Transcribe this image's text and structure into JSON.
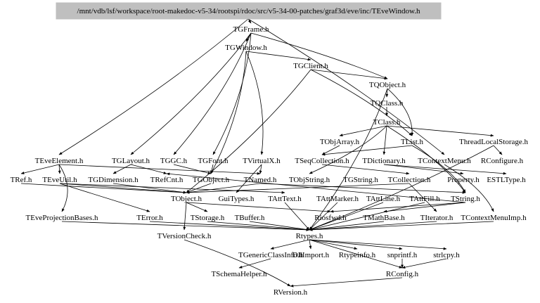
{
  "root": "/mnt/vdb/lsf/workspace/root-makedoc-v5-34/rootspi/rdoc/src/v5-34-00-patches/graf3d/eve/inc/TEveWindow.h",
  "colors": {
    "root_fill": "#bfbfbf",
    "edge": "#000000"
  },
  "nodes": [
    "TGFrame.h",
    "TGWindow.h",
    "TGClient.h",
    "TQObject.h",
    "TQClass.h",
    "TClass.h",
    "TObjArray.h",
    "TList.h",
    "ThreadLocalStorage.h",
    "TEveElement.h",
    "TGLayout.h",
    "TGGC.h",
    "TGFont.h",
    "TVirtualX.h",
    "TSeqCollection.h",
    "TDictionary.h",
    "TContextMenu.h",
    "RConfigure.h",
    "TRef.h",
    "TEveUtil.h",
    "TGDimension.h",
    "TRefCnt.h",
    "TGObject.h",
    "TNamed.h",
    "TObjString.h",
    "TGString.h",
    "TCollection.h",
    "Property.h",
    "ESTLType.h",
    "TObject.h",
    "GuiTypes.h",
    "TAttText.h",
    "TAttMarker.h",
    "TAttLine.h",
    "TAttFill.h",
    "TString.h",
    "TEveProjectionBases.h",
    "TError.h",
    "TStorage.h",
    "TBuffer.h",
    "Riosfwd.h",
    "TMathBase.h",
    "TIterator.h",
    "TContextMenuImp.h",
    "TVersionCheck.h",
    "Rtypes.h",
    "TGenericClassInfo.h",
    "DllImport.h",
    "Rtypeinfo.h",
    "snprintf.h",
    "strlcpy.h",
    "TSchemaHelper.h",
    "RConfig.h",
    "RVersion.h"
  ],
  "edges": [
    [
      "ROOT",
      "TGFrame.h"
    ],
    [
      "ROOT",
      "TEveElement.h"
    ],
    [
      "ROOT",
      "TContextMenu.h"
    ],
    [
      "TGFrame.h",
      "TGWindow.h"
    ],
    [
      "TGFrame.h",
      "TGLayout.h"
    ],
    [
      "TGFrame.h",
      "TGGC.h"
    ],
    [
      "TGFrame.h",
      "TGFont.h"
    ],
    [
      "TGFrame.h",
      "TQObject.h"
    ],
    [
      "TGWindow.h",
      "TGClient.h"
    ],
    [
      "TGWindow.h",
      "TVirtualX.h"
    ],
    [
      "TGWindow.h",
      "TGObject.h"
    ],
    [
      "TGClient.h",
      "TQObject.h"
    ],
    [
      "TGClient.h",
      "TList.h"
    ],
    [
      "TGClient.h",
      "TObject.h"
    ],
    [
      "TQObject.h",
      "TQClass.h"
    ],
    [
      "TQObject.h",
      "TList.h"
    ],
    [
      "TQObject.h",
      "Rtypes.h"
    ],
    [
      "TQClass.h",
      "TClass.h"
    ],
    [
      "TClass.h",
      "TObjArray.h"
    ],
    [
      "TClass.h",
      "TDictionary.h"
    ],
    [
      "TClass.h",
      "ThreadLocalStorage.h"
    ],
    [
      "TClass.h",
      "TObjString.h"
    ],
    [
      "TClass.h",
      "TString.h"
    ],
    [
      "TObjArray.h",
      "TSeqCollection.h"
    ],
    [
      "TList.h",
      "TSeqCollection.h"
    ],
    [
      "TList.h",
      "TString.h"
    ],
    [
      "ThreadLocalStorage.h",
      "RConfigure.h"
    ],
    [
      "ThreadLocalStorage.h",
      "Rtypes.h"
    ],
    [
      "TEveElement.h",
      "TRef.h"
    ],
    [
      "TEveElement.h",
      "TEveUtil.h"
    ],
    [
      "TEveElement.h",
      "TEveProjectionBases.h"
    ],
    [
      "TEveElement.h",
      "TNamed.h"
    ],
    [
      "TGLayout.h",
      "TGDimension.h"
    ],
    [
      "TGLayout.h",
      "TRefCnt.h"
    ],
    [
      "TGGC.h",
      "TGObject.h"
    ],
    [
      "TGFont.h",
      "TGObject.h"
    ],
    [
      "TVirtualX.h",
      "TNamed.h"
    ],
    [
      "TVirtualX.h",
      "GuiTypes.h"
    ],
    [
      "TSeqCollection.h",
      "TCollection.h"
    ],
    [
      "TDictionary.h",
      "Property.h"
    ],
    [
      "TDictionary.h",
      "ESTLType.h"
    ],
    [
      "TContextMenu.h",
      "TContextMenuImp.h"
    ],
    [
      "TRef.h",
      "TObject.h"
    ],
    [
      "TEveUtil.h",
      "TObject.h"
    ],
    [
      "TEveUtil.h",
      "TError.h"
    ],
    [
      "TEveUtil.h",
      "TAttText.h"
    ],
    [
      "TGDimension.h",
      "TObject.h"
    ],
    [
      "TGObject.h",
      "TObject.h"
    ],
    [
      "TNamed.h",
      "TString.h"
    ],
    [
      "TNamed.h",
      "TObject.h"
    ],
    [
      "TCollection.h",
      "TIterator.h"
    ],
    [
      "TCollection.h",
      "TObject.h"
    ],
    [
      "TObject.h",
      "TStorage.h"
    ],
    [
      "TObject.h",
      "TVersionCheck.h"
    ],
    [
      "TObject.h",
      "Riosfwd.h"
    ],
    [
      "TAttText.h",
      "Rtypes.h"
    ],
    [
      "TAttMarker.h",
      "Rtypes.h"
    ],
    [
      "TAttLine.h",
      "Rtypes.h"
    ],
    [
      "TAttFill.h",
      "Rtypes.h"
    ],
    [
      "TString.h",
      "TMathBase.h"
    ],
    [
      "TString.h",
      "Riosfwd.h"
    ],
    [
      "TString.h",
      "TRefCnt.h"
    ],
    [
      "TEveProjectionBases.h",
      "Rtypes.h"
    ],
    [
      "TError.h",
      "Rtypes.h"
    ],
    [
      "TStorage.h",
      "Rtypes.h"
    ],
    [
      "TBuffer.h",
      "Rtypes.h"
    ],
    [
      "Riosfwd.h",
      "Rtypes.h"
    ],
    [
      "TMathBase.h",
      "Rtypes.h"
    ],
    [
      "TIterator.h",
      "Rtypes.h"
    ],
    [
      "TContextMenuImp.h",
      "Rtypes.h"
    ],
    [
      "TVersionCheck.h",
      "RVersion.h"
    ],
    [
      "Rtypes.h",
      "TGenericClassInfo.h"
    ],
    [
      "Rtypes.h",
      "DllImport.h"
    ],
    [
      "Rtypes.h",
      "Rtypeinfo.h"
    ],
    [
      "Rtypes.h",
      "snprintf.h"
    ],
    [
      "Rtypes.h",
      "strlcpy.h"
    ],
    [
      "Rtypes.h",
      "RConfig.h"
    ],
    [
      "TGenericClassInfo.h",
      "TSchemaHelper.h"
    ],
    [
      "snprintf.h",
      "RConfig.h"
    ],
    [
      "strlcpy.h",
      "RConfig.h"
    ],
    [
      "RConfig.h",
      "RVersion.h"
    ]
  ]
}
